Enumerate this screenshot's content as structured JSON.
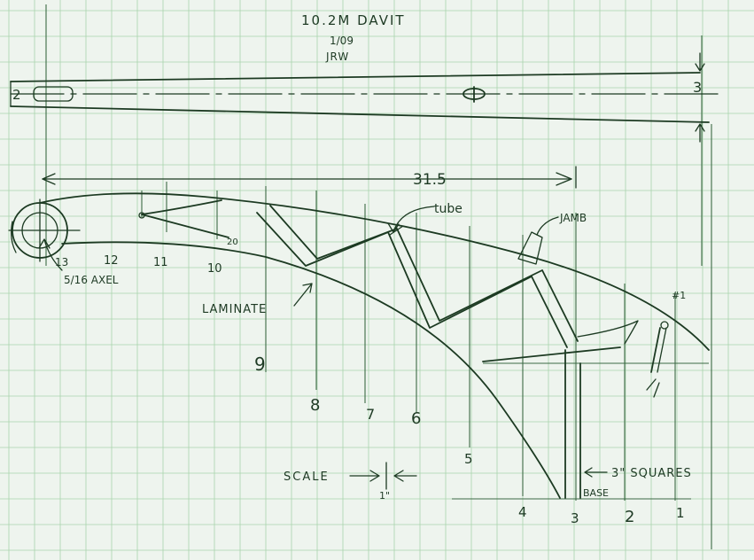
{
  "drawing": {
    "title": "10.2M   DAVIT",
    "date": "1/09",
    "author": "JRW",
    "ink_color": "#1c3a22",
    "grid_color": "#a9d4ad",
    "paper_color": "#eef4ee"
  },
  "labels": {
    "overall_length": "31.5",
    "top_end_dim": "3",
    "left_end_mark": "2",
    "tube": "tube",
    "jamb": "JAMB",
    "laminate": "LAMINATE",
    "axel": "5/16 AXEL",
    "scale": "SCALE",
    "scale_value": "1\"",
    "squares": "3\" SQUARES",
    "base": "BASE",
    "hole_mark": "#1",
    "small_20": "20"
  },
  "station_numbers": {
    "s13": "13",
    "s12": "12",
    "s11": "11",
    "s10": "10",
    "s9": "9",
    "s8": "8",
    "s7": "7",
    "s6": "6",
    "s5": "5",
    "s4": "4",
    "s3": "3",
    "s2": "2",
    "s1": "1"
  }
}
